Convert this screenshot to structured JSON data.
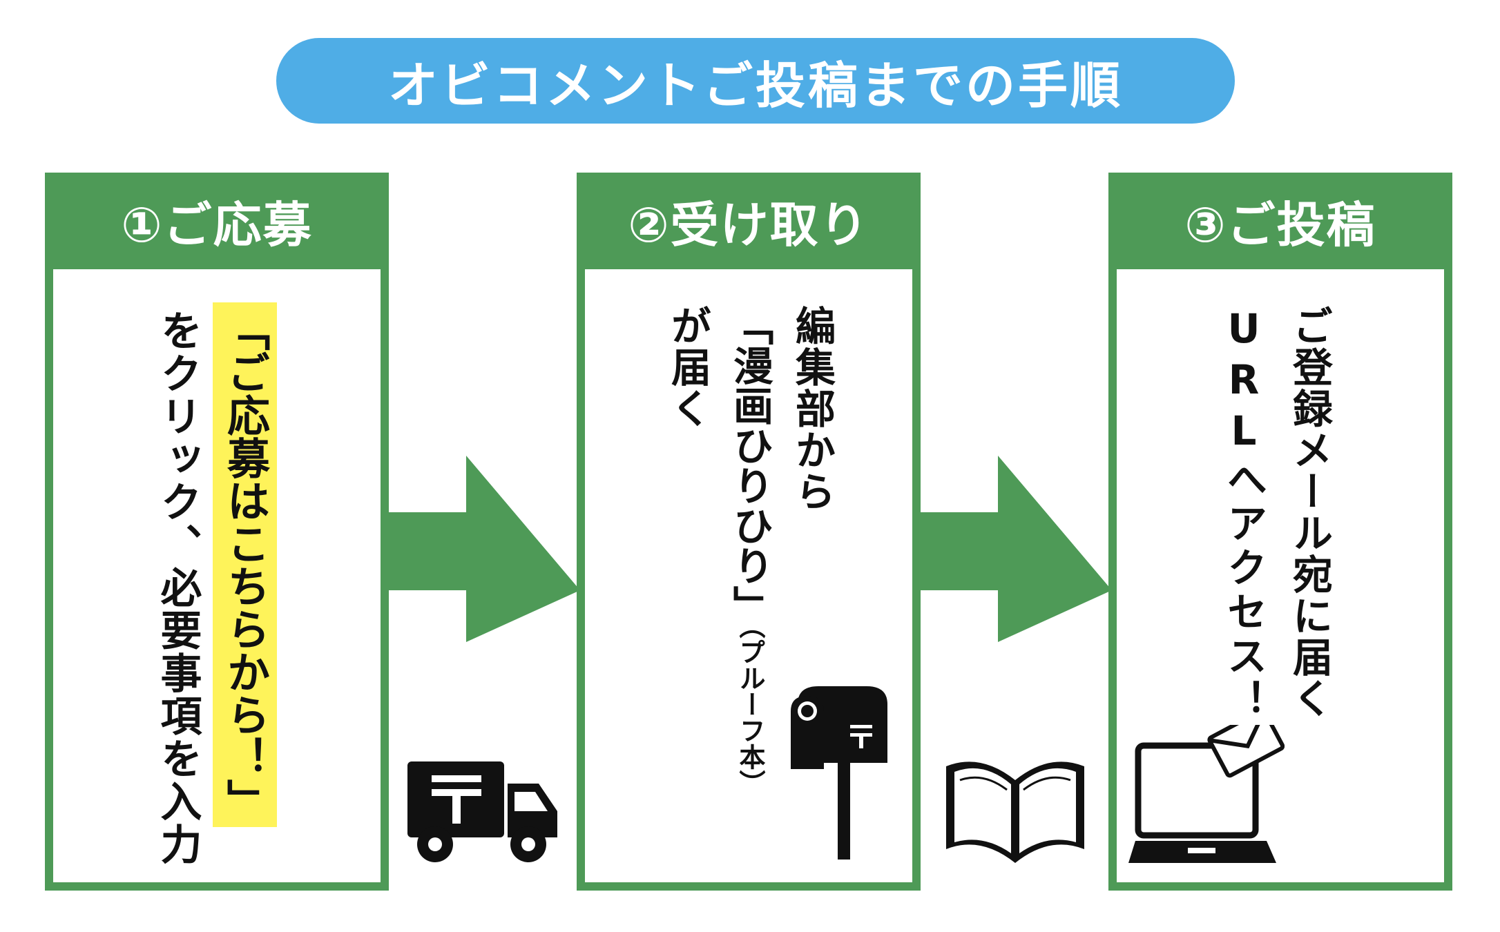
{
  "title": "オビコメントご投稿までの手順",
  "colors": {
    "title_bg": "#4fade6",
    "panel_green": "#4e9a57",
    "highlight": "#fef35a",
    "text": "#111111"
  },
  "steps": [
    {
      "header": "①ご応募",
      "highlight_text": "「ご応募はこちらから！」",
      "line2": "をクリック、必要事項を入力",
      "icon": "delivery-truck-icon"
    },
    {
      "header": "②受け取り",
      "line1": "編集部から",
      "line2_main": "「漫画ひりひり」",
      "line2_sub": "（プルーフ本）",
      "line3": "が届く",
      "icon": "mailbox-icon"
    },
    {
      "header": "③ご投稿",
      "line1": "ご登録メール宛に届く",
      "line2": "URLへアクセス！",
      "icon": "laptop-mail-icon"
    }
  ],
  "connector_icons": [
    "arrow-right-icon",
    "arrow-right-icon",
    "open-book-icon"
  ]
}
